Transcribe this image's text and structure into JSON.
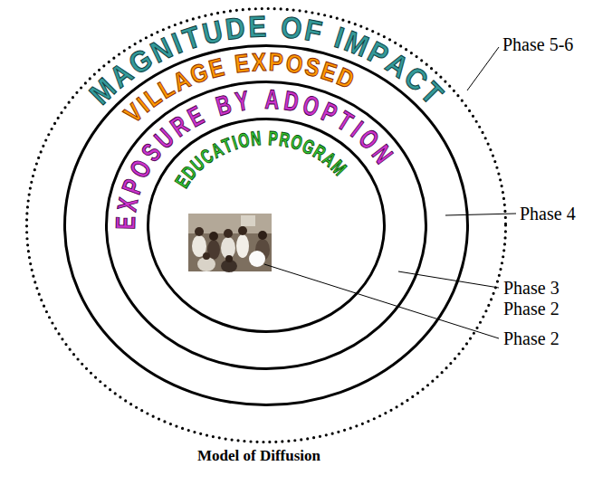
{
  "diagram": {
    "caption": "Model of Diffusion",
    "nodes": [
      {
        "text": [
          "MAGNITUDE OF IMPACT"
        ]
      },
      {
        "text": [
          "VILLAGE EXPOSED"
        ],
        "in": 0
      },
      {
        "text": [
          "EXPOSURE BY ADOPTION"
        ],
        "in": 1
      },
      {
        "text": [
          "EDUCATION PROGRAM"
        ],
        "in": 2
      }
    ],
    "labels": [
      "Phase 5-6",
      "Phase 4",
      "Phase 3",
      "Phase 2",
      "Phase 2"
    ]
  }
}
